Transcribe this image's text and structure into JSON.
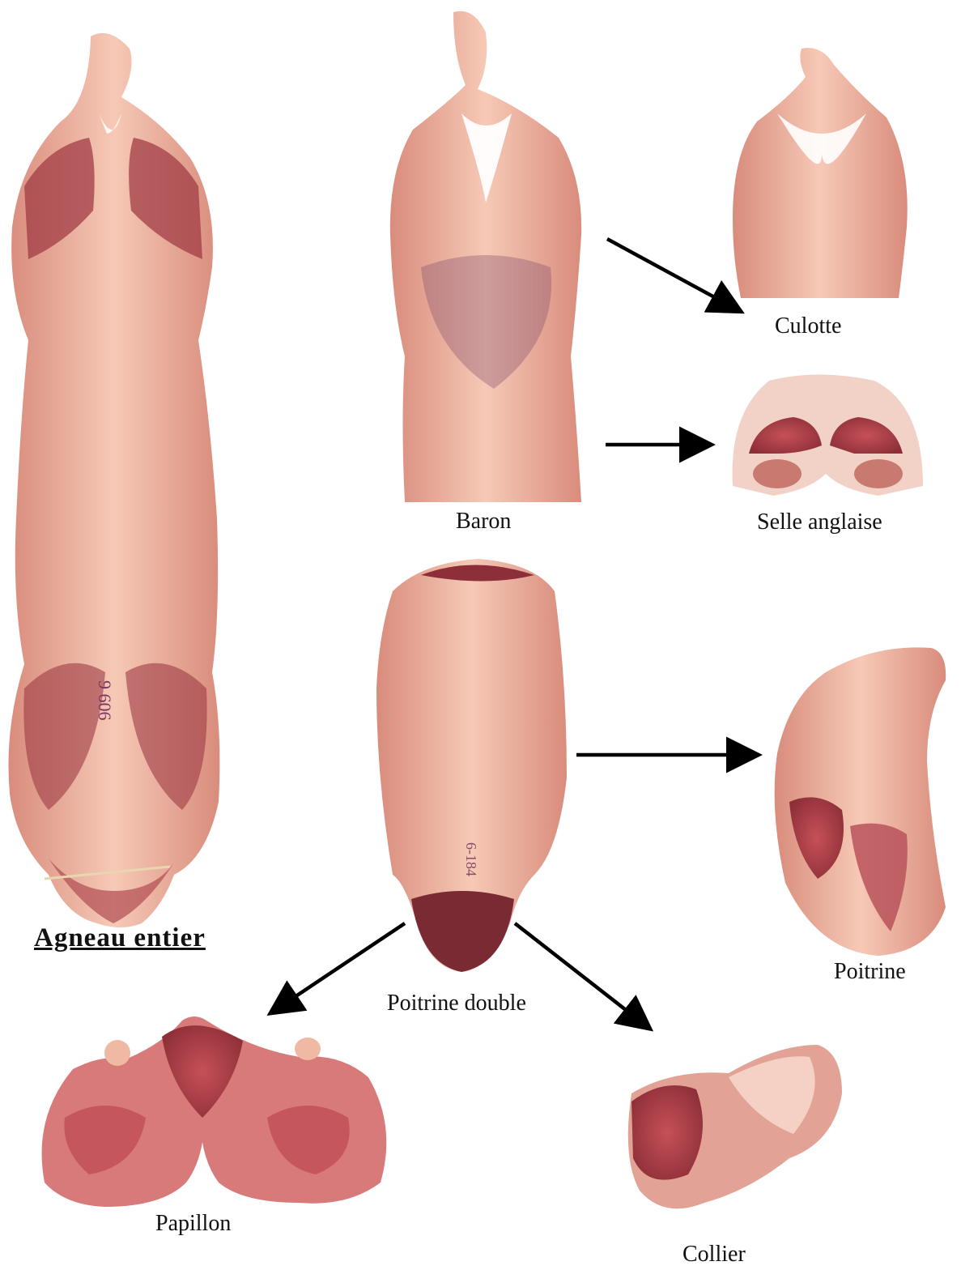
{
  "title": "Agneau  entier",
  "labels": {
    "baron": "Baron",
    "culotte": "Culotte",
    "selle_anglaise": "Selle anglaise",
    "poitrine_double": "Poitrine double",
    "poitrine": "Poitrine",
    "papillon": "Papillon",
    "collier": "Collier"
  },
  "carcass_markings": {
    "whole_lamb_stamp": "9 606",
    "poitrine_double_stamp": "6-184"
  },
  "colors": {
    "fat": "#f0b9a3",
    "meat": "#b8434a",
    "dark_meat": "#7a2a33",
    "arrow": "#000000"
  }
}
